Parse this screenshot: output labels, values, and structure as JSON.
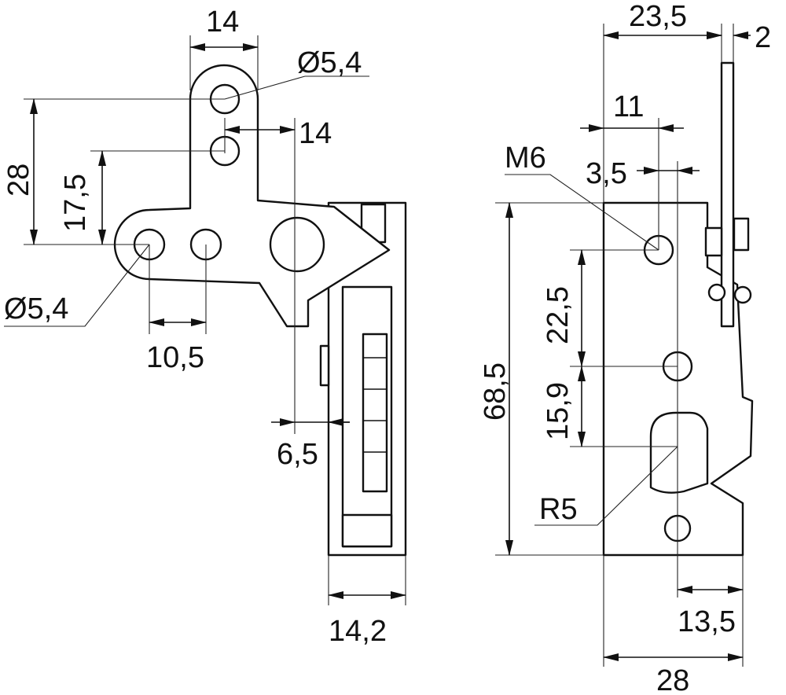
{
  "labels": {
    "top_width": "14",
    "hole_top_dia": "Ø5,4",
    "offset_14": "14",
    "height_28": "28",
    "height_17_5": "17,5",
    "hole_left_dia": "Ø5,4",
    "spacing_10_5": "10,5",
    "offset_6_5": "6,5",
    "depth_14_2": "14,2",
    "width_23_5": "23,5",
    "plate_2": "2",
    "offset_11": "11",
    "thread_m6": "M6",
    "offset_3_5": "3,5",
    "height_68_5": "68,5",
    "spacing_22_5": "22,5",
    "spacing_15_9": "15,9",
    "radius_r5": "R5",
    "offset_13_5": "13,5",
    "width_28": "28"
  }
}
